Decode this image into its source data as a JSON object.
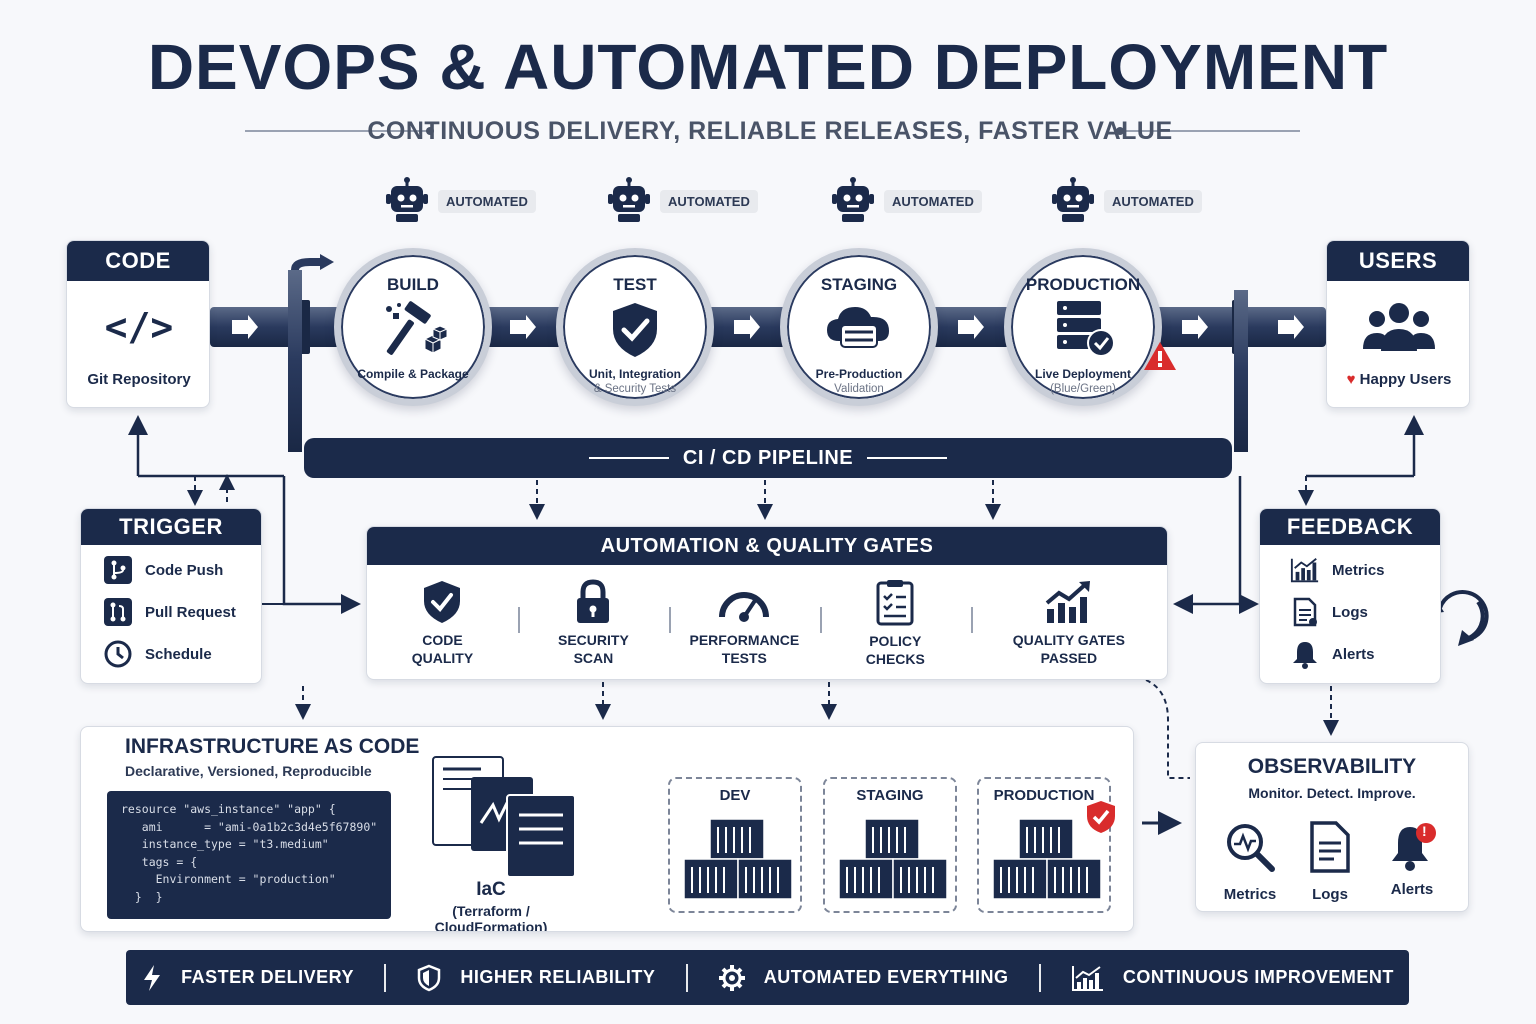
{
  "title": "DEVOPS & AUTOMATED DEPLOYMENT",
  "subtitle": "CONTINUOUS DELIVERY, RELIABLE RELEASES, FASTER VALUE",
  "automated_label": "AUTOMATED",
  "code": {
    "title": "CODE",
    "glyph": "</>",
    "label": "Git Repository"
  },
  "users": {
    "title": "USERS",
    "label": "Happy Users",
    "heart": "♥"
  },
  "stages": [
    {
      "name": "BUILD",
      "desc": "Compile & Package",
      "sub": ""
    },
    {
      "name": "TEST",
      "desc": "Unit, Integration",
      "sub": "& Security Tests"
    },
    {
      "name": "STAGING",
      "desc": "Pre-Production",
      "sub": "Validation"
    },
    {
      "name": "PRODUCTION",
      "desc": "Live Deployment",
      "sub": "(Blue/Green)"
    }
  ],
  "pipeline": {
    "label": "CI / CD PIPELINE"
  },
  "trigger": {
    "title": "TRIGGER",
    "items": [
      "Code Push",
      "Pull Request",
      "Schedule"
    ]
  },
  "feedback": {
    "title": "FEEDBACK LOOP",
    "items": [
      "Metrics",
      "Logs",
      "Alerts"
    ]
  },
  "gates": {
    "title": "AUTOMATION & QUALITY GATES",
    "items": [
      "CODE\nQUALITY",
      "SECURITY\nSCAN",
      "PERFORMANCE\nTESTS",
      "POLICY\nCHECKS",
      "QUALITY GATES\nPASSED"
    ]
  },
  "iac": {
    "title": "INFRASTRUCTURE AS CODE",
    "subtitle": "Declarative, Versioned, Reproducible",
    "code": "resource \"aws_instance\" \"app\" {\n   ami      = \"ami-0a1b2c3d4e5f67890\"\n   instance_type = \"t3.medium\"\n   tags = {\n     Environment = \"production\"\n  }  }",
    "label": "IaC",
    "tools": "(Terraform / CloudFormation)",
    "envs": [
      "DEV",
      "STAGING",
      "PRODUCTION"
    ]
  },
  "observability": {
    "title": "OBSERVABILITY",
    "subtitle": "Monitor. Detect. Improve.",
    "items": [
      "Metrics",
      "Logs",
      "Alerts"
    ],
    "alert_mark": "!"
  },
  "banner": [
    "FASTER DELIVERY",
    "HIGHER RELIABILITY",
    "AUTOMATED EVERYTHING",
    "CONTINUOUS IMPROVEMENT"
  ],
  "colors": {
    "navy": "#1b2a4a",
    "alert": "#d92c2c",
    "background": "#f7f8fb"
  }
}
